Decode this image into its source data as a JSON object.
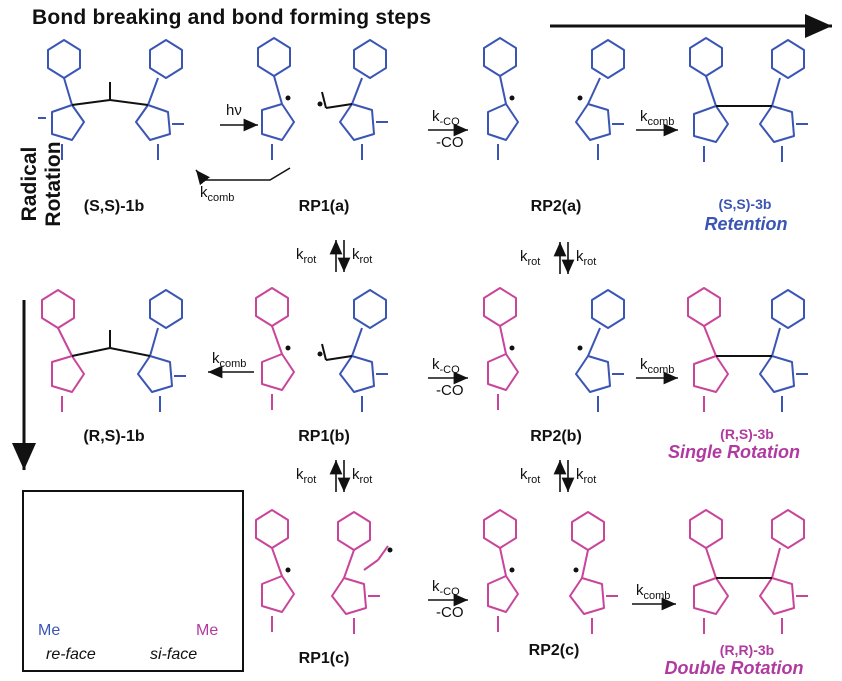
{
  "title": "Bond breaking and bond forming steps",
  "side_label": "Radical Rotation",
  "compounds": {
    "SS_1b": "(S,S)-1b",
    "RP1a": "RP1(a)",
    "RP2a": "RP2(a)",
    "SS_3b": "(S,S)-3b",
    "RS_1b": "(R,S)-1b",
    "RP1b": "RP1(b)",
    "RP2b": "RP2(b)",
    "RS_3b": "(R,S)-3b",
    "RP1c": "RP1(c)",
    "RP2c": "RP2(c)",
    "RR_3b": "(R,R)-3b"
  },
  "outcomes": {
    "retention": "Retention",
    "single": "Single  Rotation",
    "double": "Double Rotation"
  },
  "steps": {
    "hv": "hν",
    "k": "k",
    "comb": "comb",
    "rot": "rot",
    "co_sub": "-CO",
    "minus_co": "-CO"
  },
  "legend": {
    "re_face": "re-face",
    "si_face": "si-face",
    "me": "Me",
    "me2": "Me"
  },
  "colors": {
    "blue": "#3a55b4",
    "magenta": "#c8459a",
    "black": "#111111"
  }
}
